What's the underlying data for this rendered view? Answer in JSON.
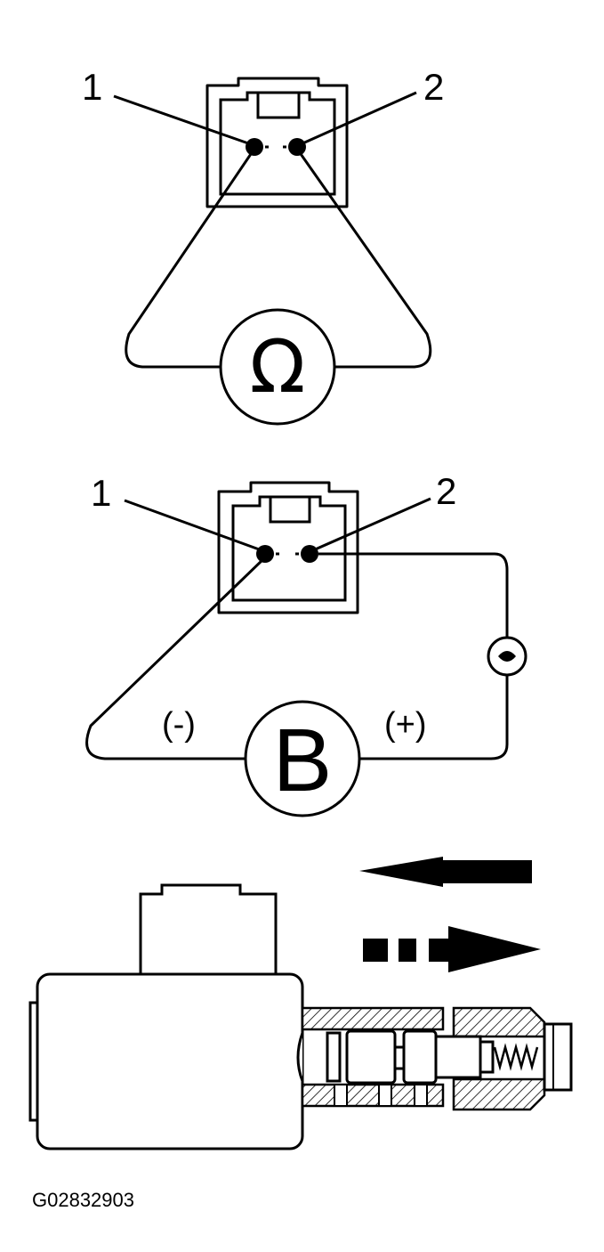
{
  "resistance_test": {
    "pin1_label": "1",
    "pin2_label": "2",
    "meter_symbol": "Ω"
  },
  "operation_test": {
    "pin1_label": "1",
    "pin2_label": "2",
    "battery_symbol": "B",
    "negative_label": "(-)",
    "positive_label": "(+)"
  },
  "figure_id": "G02832903"
}
